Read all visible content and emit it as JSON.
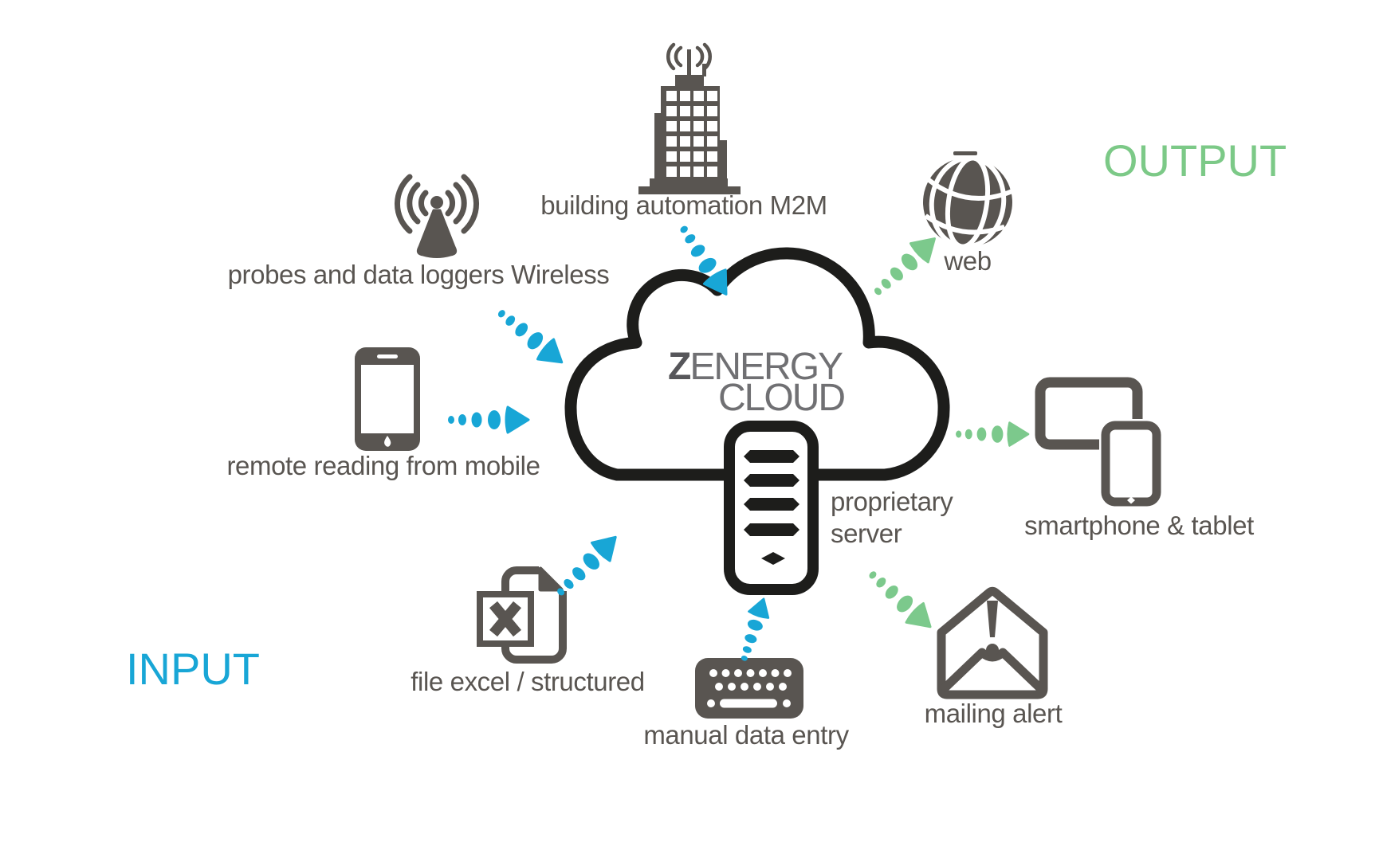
{
  "sections": {
    "input": "INPUT",
    "output": "OUTPUT"
  },
  "cloud": {
    "brand_prefix": "Z",
    "brand_rest": "ENERGY",
    "brand_line2": "CLOUD",
    "server_line1": "proprietary",
    "server_line2": "server"
  },
  "inputs": [
    {
      "id": "building-automation",
      "label": "building automation M2M",
      "icon": "building-antenna-icon"
    },
    {
      "id": "probes-wireless",
      "label": "probes and data loggers Wireless",
      "icon": "wireless-antenna-icon"
    },
    {
      "id": "remote-mobile",
      "label": "remote reading from mobile",
      "icon": "smartphone-icon"
    },
    {
      "id": "file-excel",
      "label": "file excel / structured",
      "icon": "excel-file-icon"
    },
    {
      "id": "manual-entry",
      "label": "manual data entry",
      "icon": "keyboard-icon"
    }
  ],
  "outputs": [
    {
      "id": "web",
      "label": "web",
      "icon": "globe-icon"
    },
    {
      "id": "smartphone-tablet",
      "label": "smartphone & tablet",
      "icon": "tablet-phone-icon"
    },
    {
      "id": "mailing-alert",
      "label": "mailing alert",
      "icon": "envelope-alert-icon"
    }
  ],
  "colors": {
    "input_accent": "#18a6d6",
    "output_accent": "#7cc98c",
    "icon_gray": "#595551",
    "cloud_black": "#1d1d1b",
    "brand_gray": "#707073",
    "background": "#ffffff"
  }
}
